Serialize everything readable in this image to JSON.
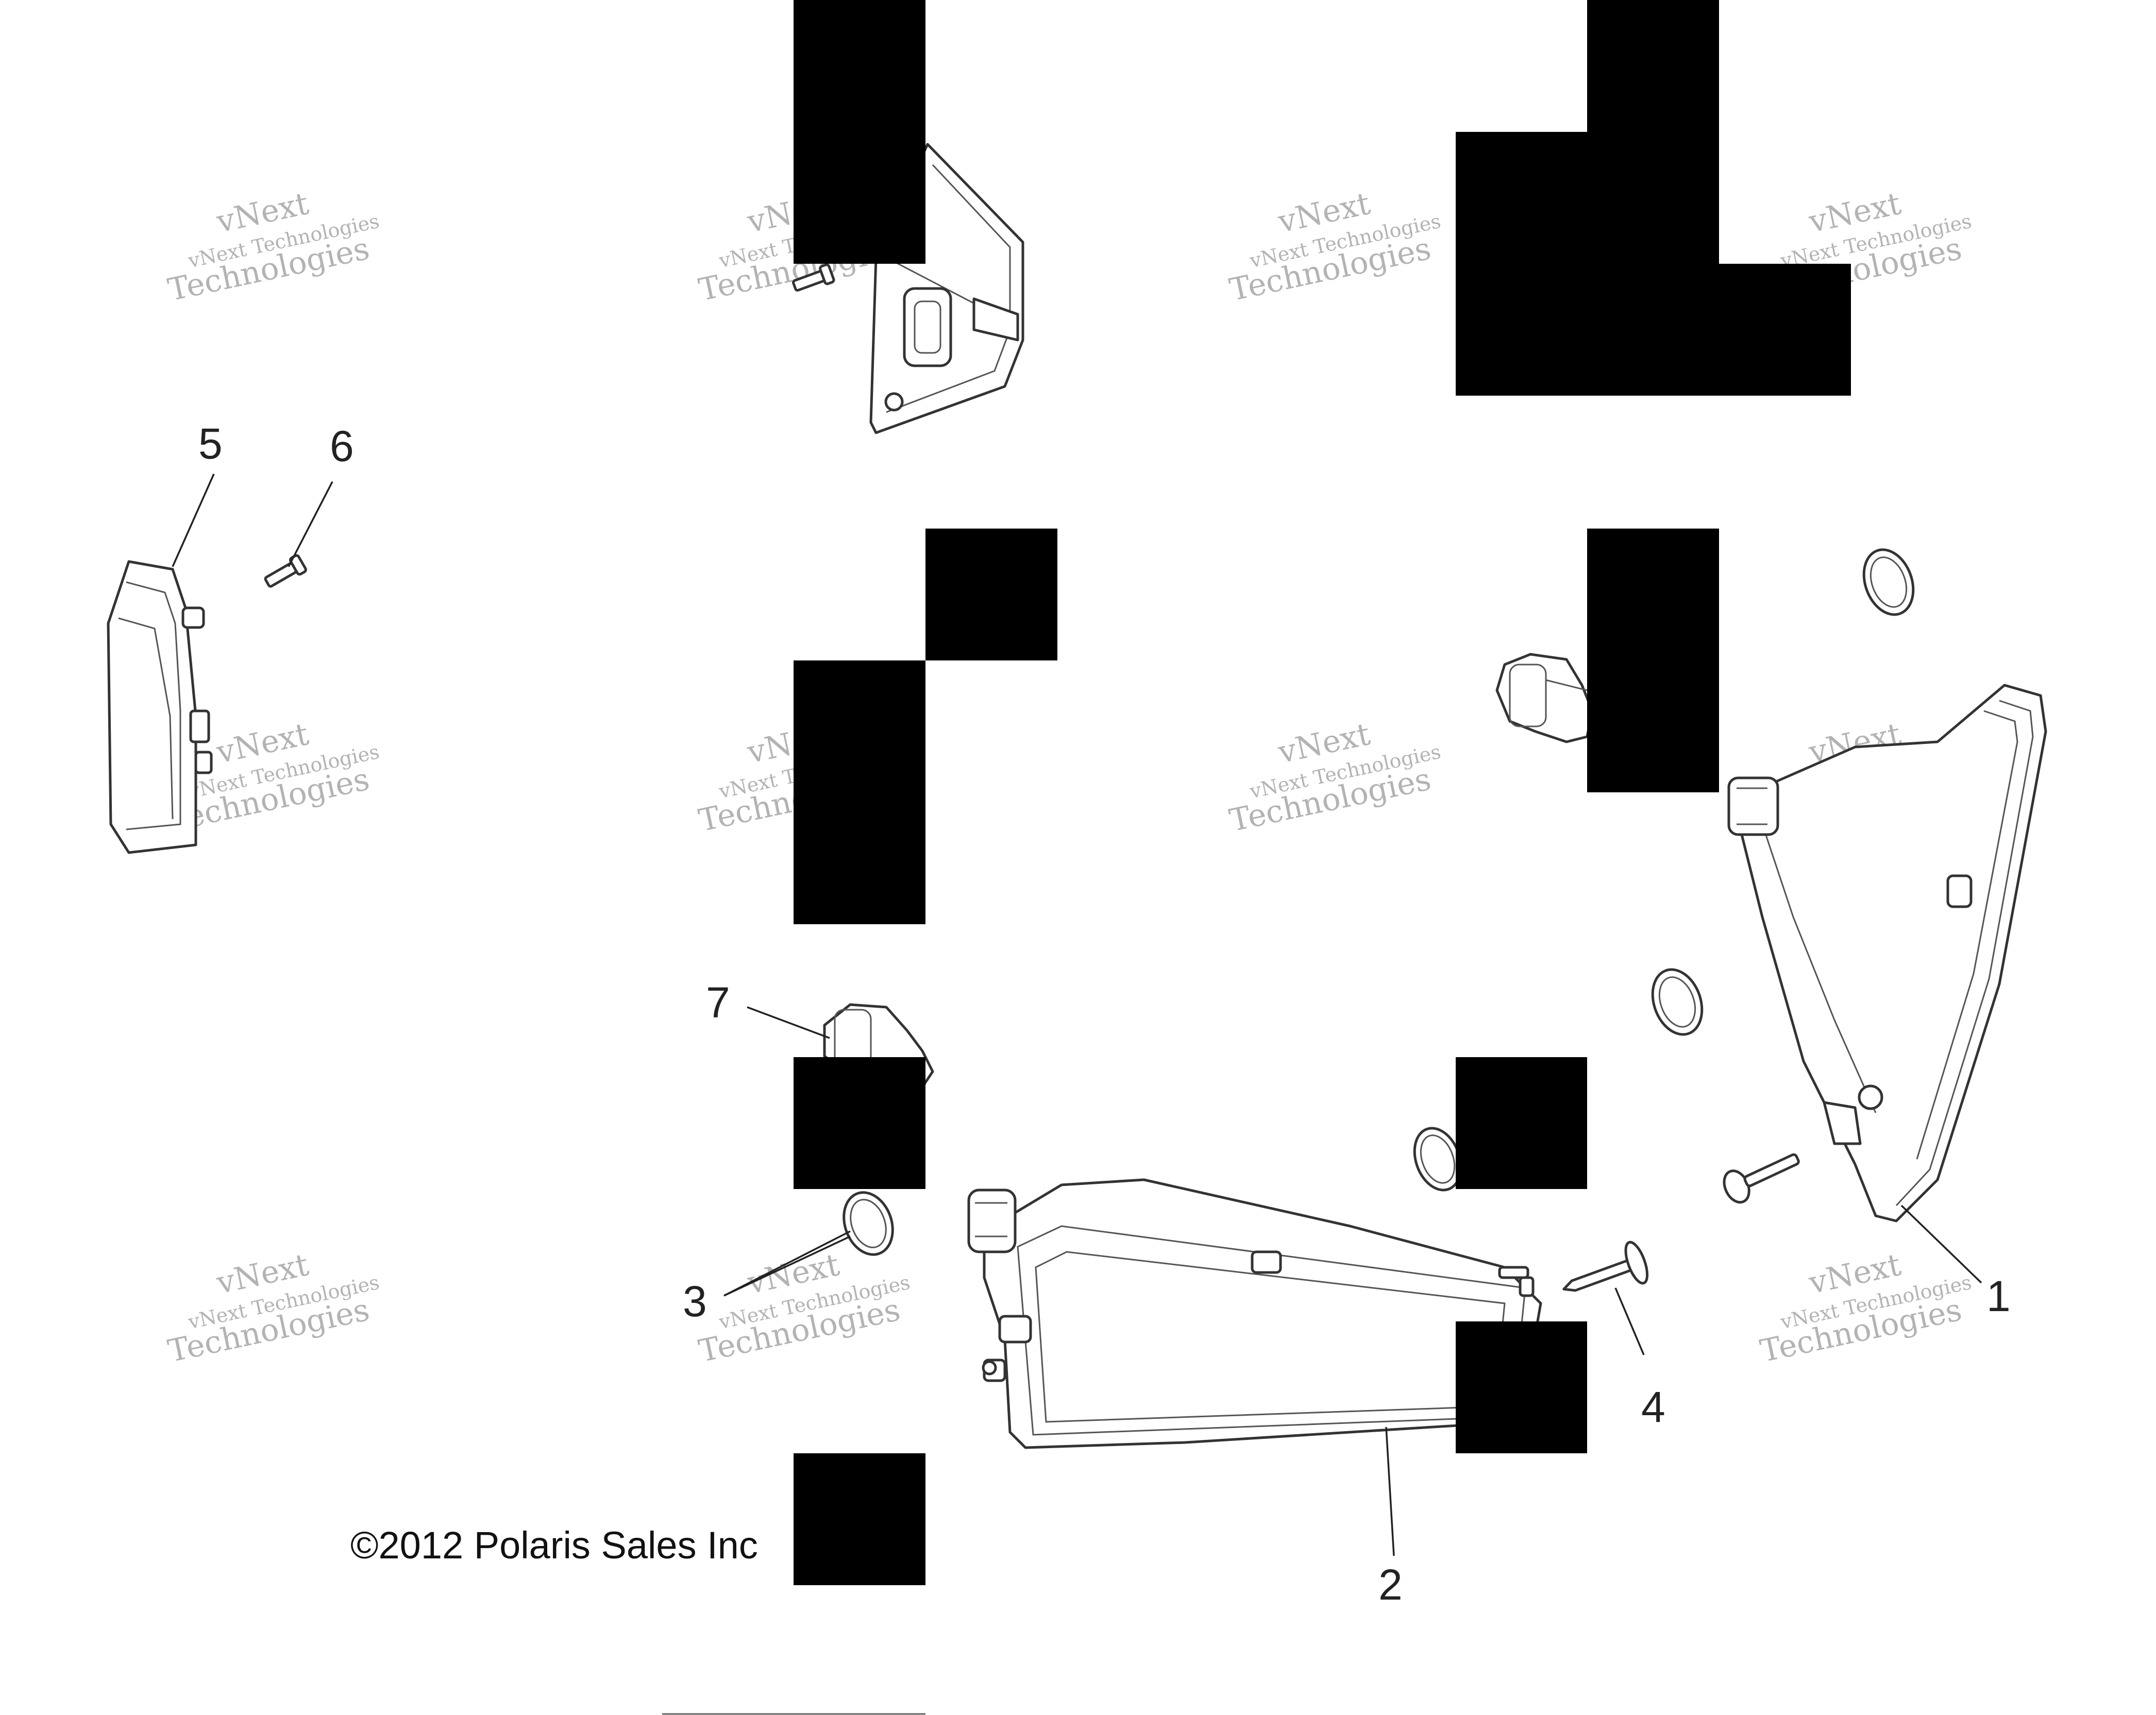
{
  "diagram": {
    "callouts": [
      "1",
      "2",
      "3",
      "4",
      "5",
      "6",
      "7"
    ],
    "copyright": "©2012 Polaris Sales Inc",
    "watermark": {
      "line1": "vNext",
      "line2": "vNext Technologies",
      "line3": "Technologies"
    },
    "colors": {
      "line_art": "#333333",
      "background": "#ffffff",
      "redaction": "#000000",
      "watermark": "#9a9a9a"
    },
    "icons": [
      "bulb-icon",
      "screw-icon",
      "o-ring-icon"
    ]
  }
}
